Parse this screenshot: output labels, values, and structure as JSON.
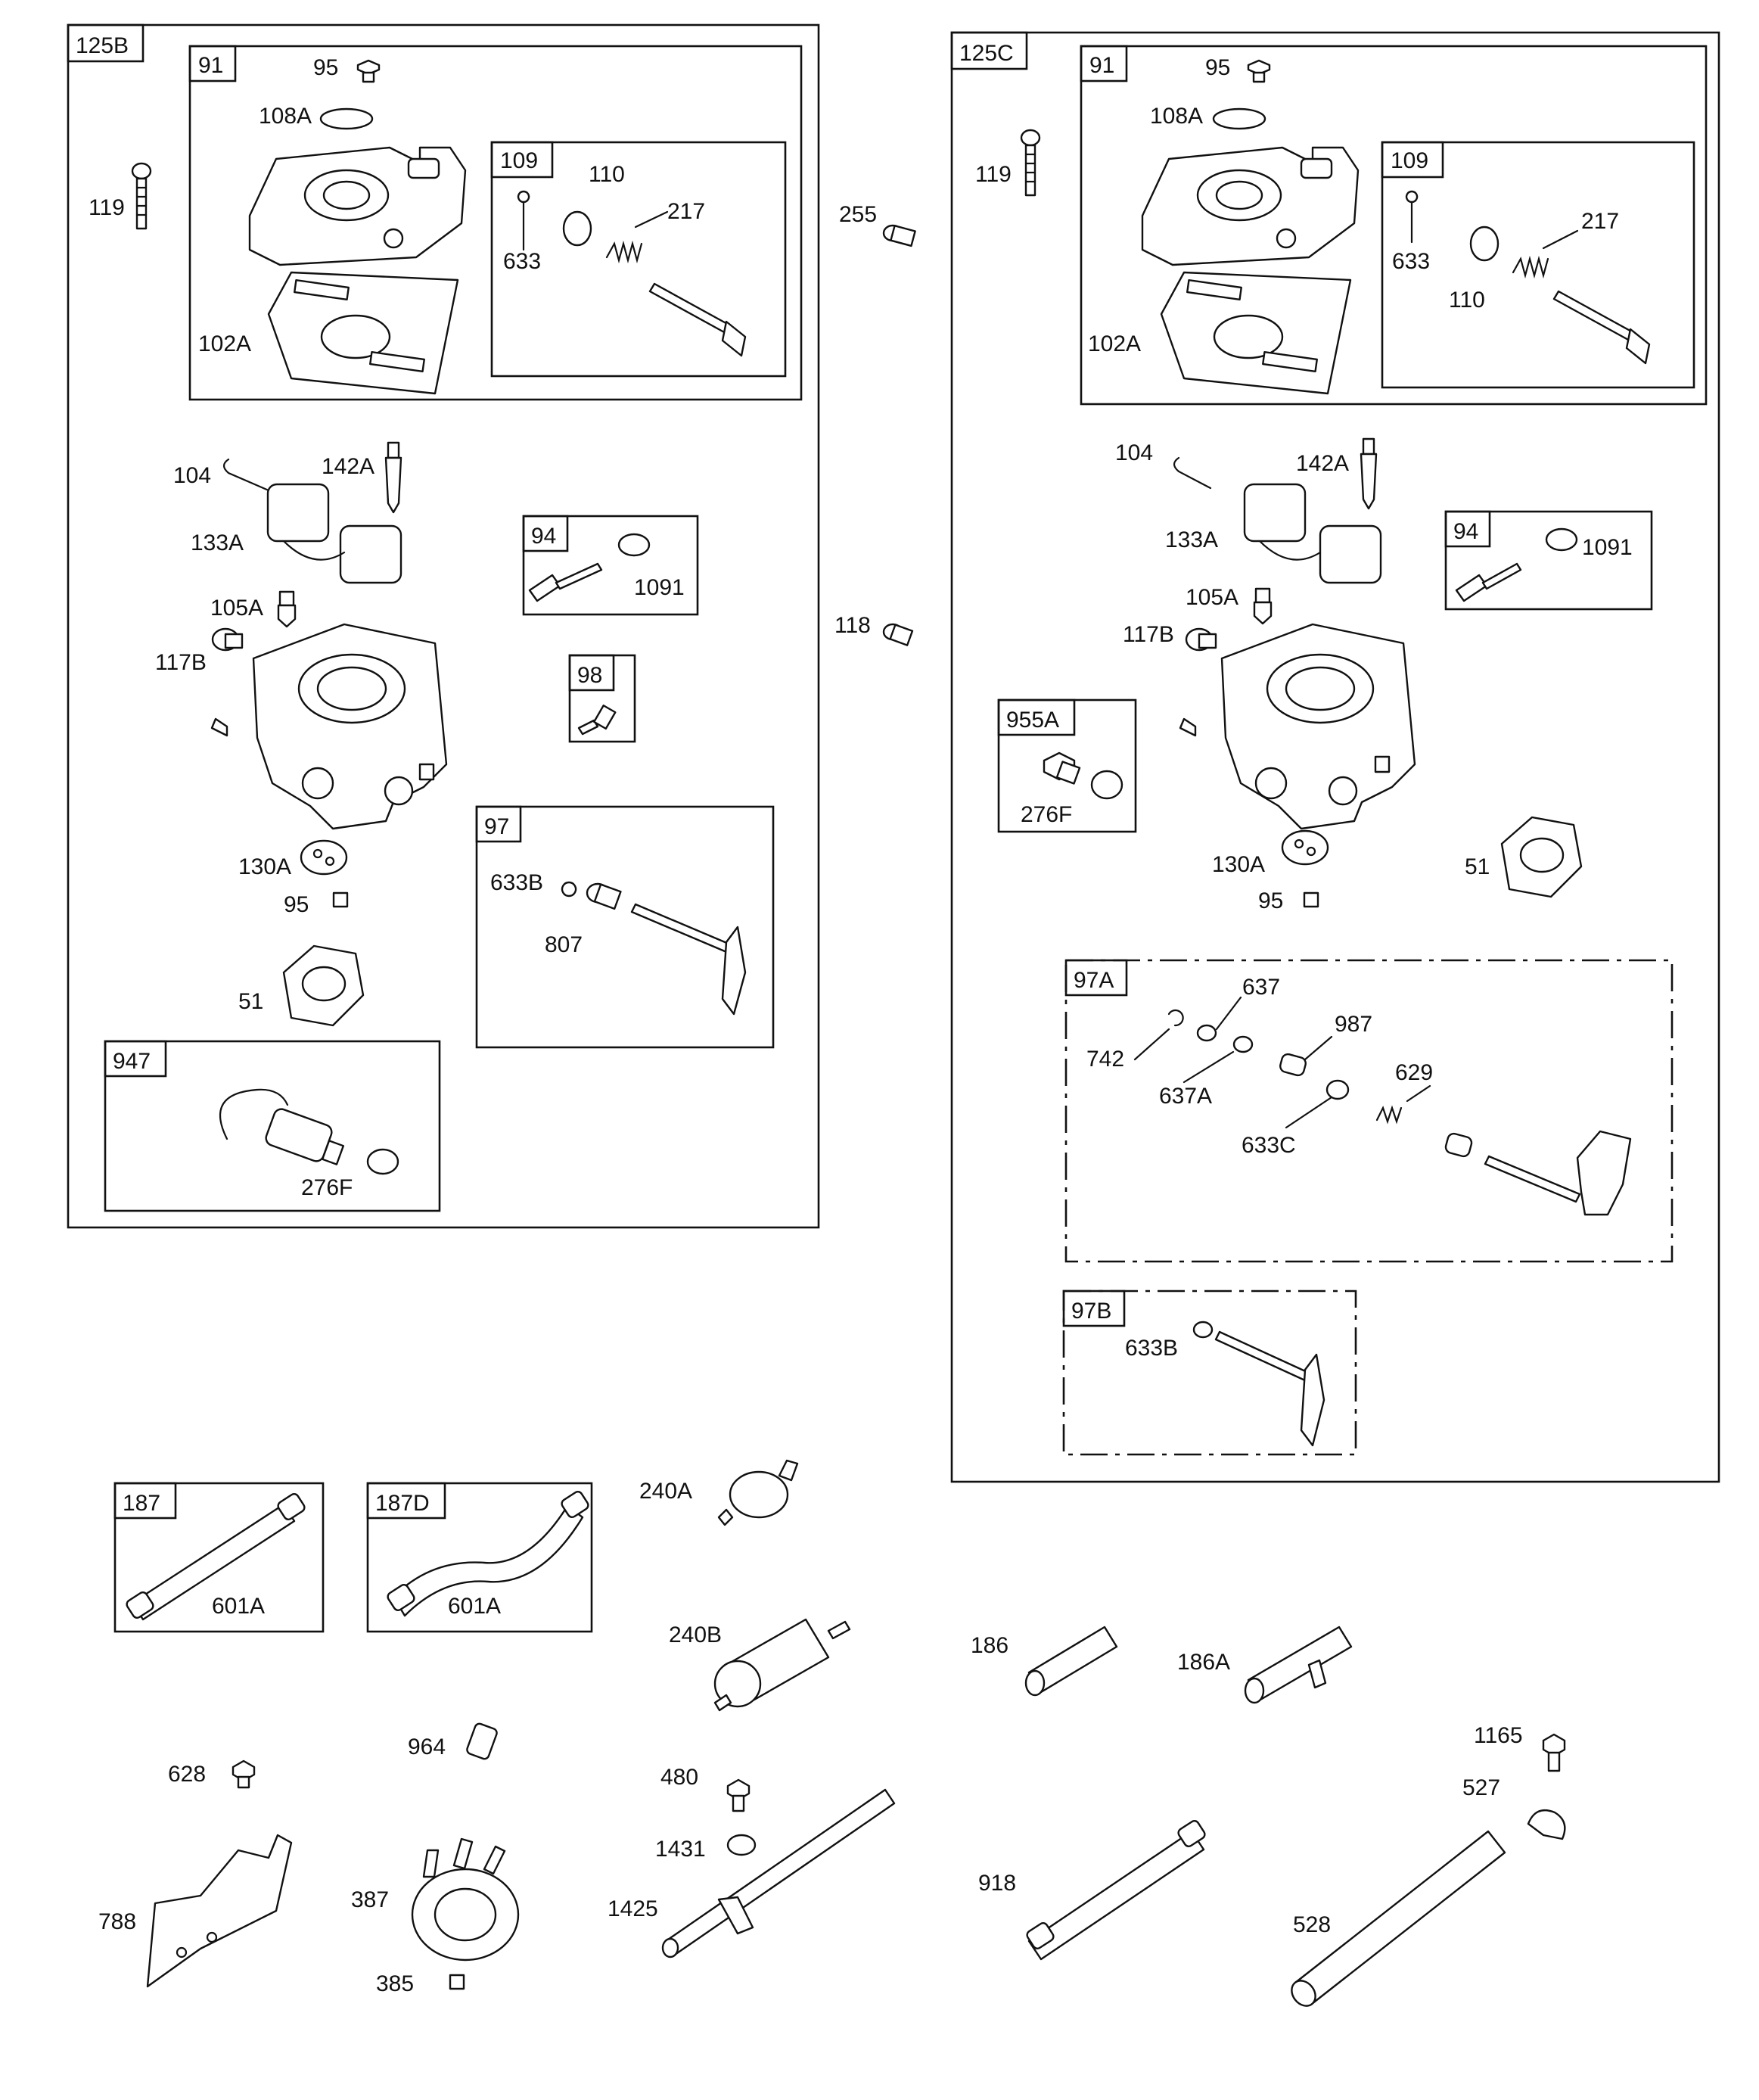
{
  "groups": {
    "g125B": "125B",
    "g91L": "91",
    "g109L": "109",
    "g94L": "94",
    "g98": "98",
    "g97": "97",
    "g947": "947",
    "g125C": "125C",
    "g91R": "91",
    "g109R": "109",
    "g94R": "94",
    "g955A": "955A",
    "g97A": "97A",
    "g97B": "97B",
    "g187": "187",
    "g187D": "187D"
  },
  "labels": {
    "l95a": "95",
    "l108Aa": "108A",
    "l119a": "119",
    "l110a": "110",
    "l217a": "217",
    "l633a": "633",
    "l102Aa": "102A",
    "l104a": "104",
    "l142Aa": "142A",
    "l133Aa": "133A",
    "l105Aa": "105A",
    "l117Ba": "117B",
    "l1091a": "1091",
    "l130Aa": "130A",
    "l95b": "95",
    "l51a": "51",
    "l633Ba": "633B",
    "l807": "807",
    "l276Fa": "276F",
    "l255": "255",
    "l118": "118",
    "l95c": "95",
    "l108Ab": "108A",
    "l119b": "119",
    "l633b": "633",
    "l110b": "110",
    "l217b": "217",
    "l102Ab": "102A",
    "l104b": "104",
    "l142Ab": "142A",
    "l133Ab": "133A",
    "l105Ab": "105A",
    "l117Bb": "117B",
    "l1091b": "1091",
    "l276Fb": "276F",
    "l130Ab": "130A",
    "l95d": "95",
    "l51b": "51",
    "l742": "742",
    "l637": "637",
    "l637A": "637A",
    "l987": "987",
    "l629": "629",
    "l633C": "633C",
    "l633Bb": "633B",
    "l601Aa": "601A",
    "l601Ab": "601A",
    "l240A": "240A",
    "l240B": "240B",
    "l186": "186",
    "l186A": "186A",
    "l628": "628",
    "l964": "964",
    "l788": "788",
    "l387": "387",
    "l385": "385",
    "l480": "480",
    "l1431": "1431",
    "l1425": "1425",
    "l918": "918",
    "l1165": "1165",
    "l527": "527",
    "l528": "528"
  }
}
